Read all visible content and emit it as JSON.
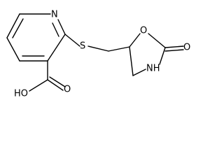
{
  "molecule": {
    "atoms": {
      "ring_n": "N",
      "thioether_s": "S",
      "ring_o": "O",
      "carbonyl_o": "O",
      "ring_nh": "NH",
      "acid_ho": "HO",
      "acid_o": "O"
    }
  }
}
